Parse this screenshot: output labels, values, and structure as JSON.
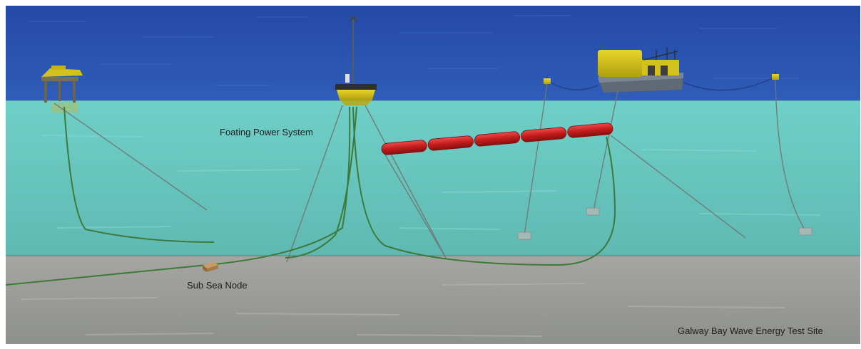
{
  "labels": {
    "floating_power_system": "Foating Power System",
    "sub_sea_node": "Sub Sea Node",
    "site_name": "Galway Bay Wave Energy Test Site"
  },
  "colors": {
    "sky_sea_surface": "#2a4fa8",
    "water_column": "#67c6c0",
    "seabed": "#9a9c98",
    "buoy_yellow": "#d6c419",
    "wave_converter_red": "#c81e1e",
    "cable_green": "#3d7a3a",
    "mooring_line": "#6b6f6c"
  }
}
